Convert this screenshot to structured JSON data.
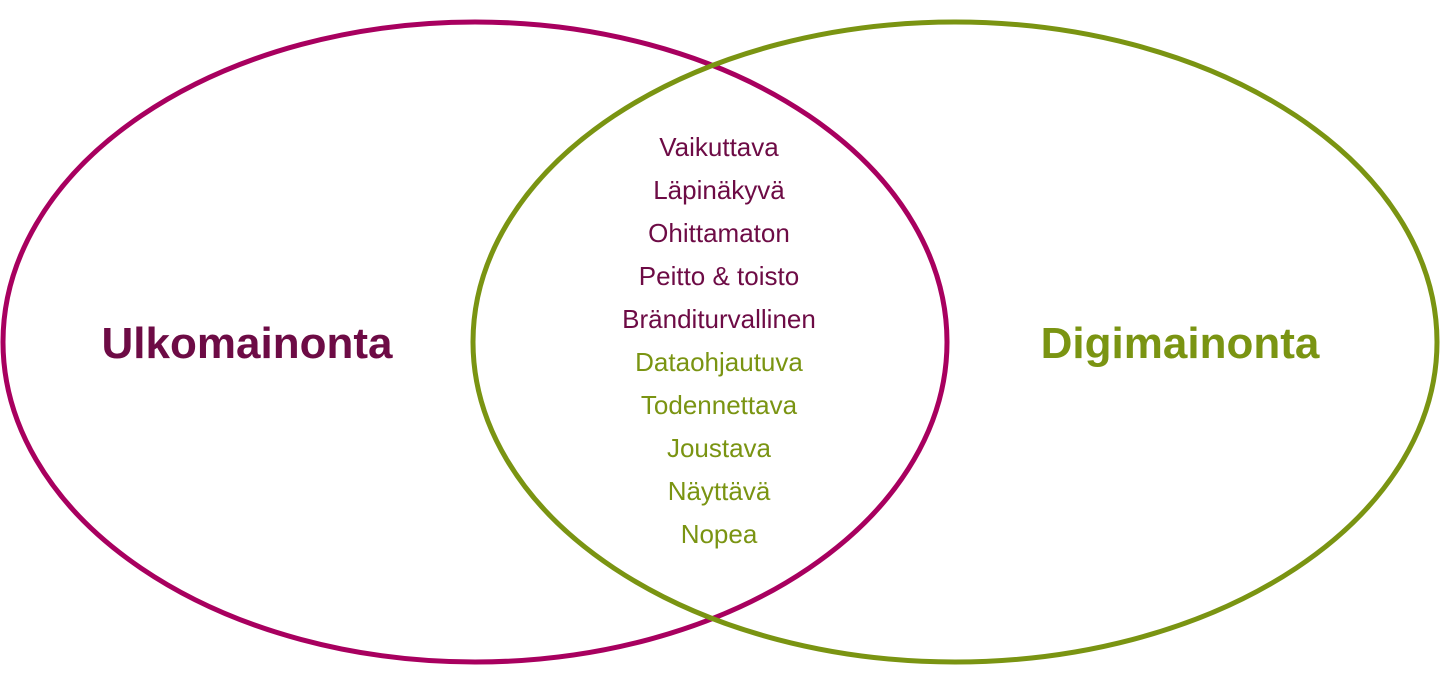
{
  "colors": {
    "left_set": "#a8005f",
    "left_text": "#6d0b45",
    "right_set": "#7a9412",
    "right_text": "#7a9412"
  },
  "left_set": {
    "label": "Ulkomainonta"
  },
  "right_set": {
    "label": "Digimainonta"
  },
  "overlap": {
    "left_items": [
      "Vaikuttava",
      "Läpinäkyvä",
      "Ohittamaton",
      "Peitto & toisto",
      "Bränditurvallinen"
    ],
    "right_items": [
      "Dataohjautuva",
      "Todennettava",
      "Joustava",
      "Näyttävä",
      "Nopea"
    ]
  }
}
